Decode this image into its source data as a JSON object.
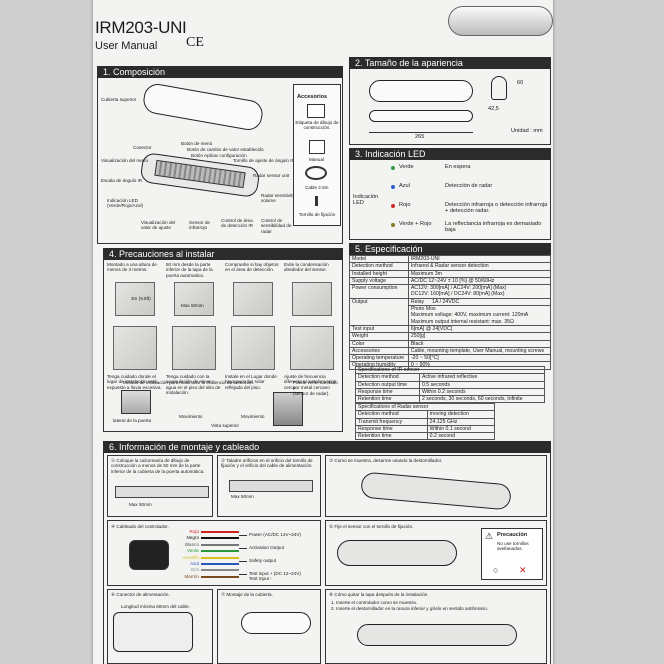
{
  "header": {
    "model": "IRM203-UNI",
    "subtitle": "User Manual",
    "ce": "CE"
  },
  "composition": {
    "title": "1. Composición",
    "labels": {
      "cover": "Cubierta superior",
      "connector": "Conector",
      "menu_button": "Botón de menú",
      "value_button": "Botón de cambio de valor establecido",
      "apply_button": "Botón Aplicar configuración",
      "angle_ir": "Tornillo de ajuste de ángulo IR",
      "menu_display": "Visualización del menú",
      "radar": "Radar sensor unit",
      "radar_vol": "Radar sensitivity volume",
      "ir_scale": "Escala de ángulo IR",
      "led": "Indicación LED (Verde/Rojo/Azul)",
      "value_display": "Visualización del valor de ajuste",
      "ir_sensor": "Sensor de infrarrojo",
      "ir_area": "Control de área de detección IR",
      "radar_ctrl": "Control de sensibilidad de radar"
    },
    "accessories": {
      "title": "Accesorios",
      "items": [
        "Etiqueta de dibujo de construcción.",
        "Manual",
        "Cable 2.5m",
        "Tornillo de fijación"
      ]
    }
  },
  "size": {
    "title": "2. Tamaño de la apariencia",
    "h": "60",
    "d": "42,5",
    "w": "265",
    "unit": "Unidad : mm"
  },
  "led": {
    "title": "3. Indicación LED",
    "label": "Indicación LED",
    "rows": [
      {
        "color": "Verde",
        "meaning": "En espera",
        "dot": "#2e9e3e"
      },
      {
        "color": "Azul",
        "meaning": "Detección de radar",
        "dot": "#2b5fc7"
      },
      {
        "color": "Rojo",
        "meaning": "Detección infrarroja o detección infrarroja + detección radar.",
        "dot": "#cc2a2a"
      },
      {
        "color": "Verde + Rojo",
        "meaning": "La reflectancia infrarroja es demasiado baja",
        "dot": "#8a7a20"
      }
    ]
  },
  "precautions": {
    "title": "4. Precauciones al instalar",
    "items": [
      "Montado a una altura de menos de 3 metros.",
      "50 mm desde la parte inferior de la tapa de la puerta automatica.",
      "Compruebe si hay objetos en el área de detección.",
      "Evite la condensación alrededor del sensor.",
      "Tenga cuidado donde el lugar de instalación está expuesto a lluvia excesiva.",
      "Tenga cuidado con la acumulación de nieve y agua en el piso del sitio de instalación.",
      "Instale en el Lugar donde haya poca luz solar reflejada del piso.",
      "Ajuste de frecuencia diferente al instalar varios cerca."
    ],
    "dims": {
      "h3": "3m (9.8ft)",
      "max50": "Max 50mm"
    },
    "method": "Método de instalación para maximizar la eficiencia de detección.",
    "lateral": "lateral de la puerta",
    "movement1": "Movimiento",
    "movement2": "Movimiento",
    "top_view": "Vista superior",
    "metal_note": "Puede verse afectado por metal cercano (sensor de radar)."
  },
  "spec": {
    "title": "5. Especificación",
    "rows": [
      [
        "Model",
        "IRM203-UNI"
      ],
      [
        "Detection method",
        "Infrared & Radar sensor detection"
      ],
      [
        "Installed height",
        "Maximum 3m"
      ],
      [
        "Supply voltage",
        "AC/DC 12~24V ± 10 [%] @ 50/60Hz"
      ],
      [
        "Power consumption",
        "AC12V: 300[mA] / AC24V: 200[mA] (Max)\nDC12V: 160[mA] / DC24V: 80[mA] (Max)"
      ]
    ],
    "output": {
      "label": "Output",
      "relay": "Relay",
      "relay_val": "1A / 24VDC",
      "photomos": "Photo Mos",
      "photomos_val": "Maximum voltage: 400V, maximum current: 120mA\nMaximum output internal resistant: max. 35Ω"
    },
    "rows2": [
      [
        "Test input",
        "6[mA] @ 24[VDC]"
      ],
      [
        "Weight",
        "250[g]"
      ],
      [
        "Color",
        "Black"
      ],
      [
        "Accessories",
        "Cable, mounting template, User Manual, mounting screws"
      ],
      [
        "Operating temperature",
        "-20 ~ 50[°C]"
      ],
      [
        "Operating humidity",
        "0 ~ 90%"
      ]
    ],
    "ir_title": "Specifications of IR sensor",
    "ir": [
      [
        "Detection method",
        "Active infrared reflective"
      ],
      [
        "Detection output time",
        "0.5 seconds"
      ],
      [
        "Response time",
        "Within 0.2 seconds"
      ],
      [
        "Retention time",
        "2 seconds, 30 seconds, 60 seconds, Infinite"
      ]
    ],
    "radar_title": "Specifications of Radar sensor",
    "radar": [
      [
        "Detection method",
        "moving detection"
      ],
      [
        "Transmit frequency",
        "24.125 GHz"
      ],
      [
        "Response time",
        "Within 0.1 second"
      ],
      [
        "Retention time",
        "0.2 second"
      ]
    ]
  },
  "mounting": {
    "title": "6. Información de montaje y cableado",
    "steps": [
      "① Coloque la calcomanía de dibujo de construcción a menos de 50 mm de la parte inferior de la cubierta de la puerta automática.",
      "② Taladre orificios en el orificio del tornillo de fijación y el orificio del cable de alimentación.",
      "③ Como se muestra, desarme usando la destornillador.",
      "④ Cableado del controlador.",
      "⑤ Fije el sensor con el tornillo de fijación.",
      "⑥ Conector de alimentación.",
      "⑦ Montaje de la cubierta.",
      "⑧ Cómo quitar la tapa después de la instalación."
    ],
    "max50a": "Max 50mm",
    "max50b": "Max 50mm",
    "wires": [
      {
        "c": "Rojo",
        "h": "#c22"
      },
      {
        "c": "Negro",
        "h": "#111"
      },
      {
        "c": "Blanco",
        "h": "#ddd"
      },
      {
        "c": "Verde",
        "h": "#2a9a3a"
      },
      {
        "c": "Amarillo",
        "h": "#d8c020"
      },
      {
        "c": "Azul",
        "h": "#2a56c2"
      },
      {
        "c": "Gris",
        "h": "#888"
      },
      {
        "c": "Marrón",
        "h": "#7a4a20"
      }
    ],
    "outputs": [
      "Power (AC/DC 12V~24V)",
      "Activation Output",
      "Safety output",
      "Test input + (DC 12~24V)\nTest Input -"
    ],
    "precaution_title": "Precaución",
    "precaution_text": "No use tornillos avellanados.",
    "cable_note": "Longitud mínima 60mm del cable.",
    "remove1": "1. Inserte el controlador como se muestra.",
    "remove2": "2. Inserte el destornillador en la ranura inferior y gírelo en sentido antihorario."
  }
}
